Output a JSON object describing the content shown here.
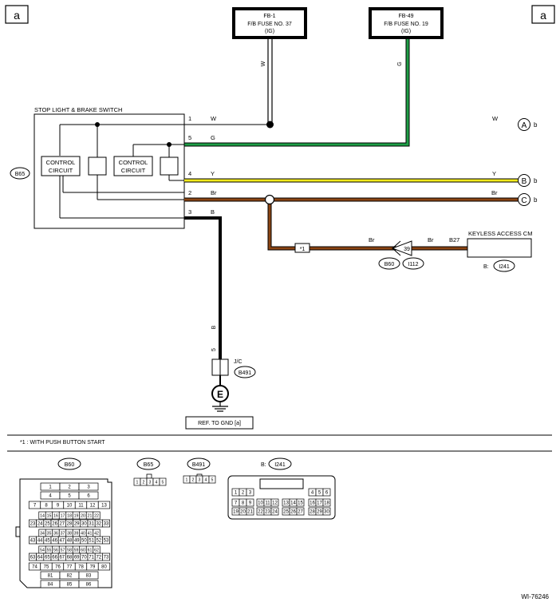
{
  "corner_label": "a",
  "fuses": {
    "fb1": {
      "line1": "FB-1",
      "line2": "F/B FUSE NO. 37",
      "line3": "(IG)"
    },
    "fb49": {
      "line1": "FB-49",
      "line2": "F/B FUSE NO. 19",
      "line3": "(IG)"
    }
  },
  "switch": {
    "title": "STOP LIGHT & BRAKE SWITCH",
    "connector": "B65",
    "control1": [
      "CONTROL",
      "CIRCUIT"
    ],
    "control2": [
      "CONTROL",
      "CIRCUIT"
    ]
  },
  "wires": [
    {
      "pin": "1",
      "color_code": "W",
      "end_color_code": "W",
      "ref": "A",
      "suffix": "b",
      "stroke": "#000000"
    },
    {
      "pin": "5",
      "color_code": "G",
      "stroke": "#1e9e46"
    },
    {
      "pin": "4",
      "color_code": "Y",
      "end_color_code": "Y",
      "ref": "B",
      "suffix": "b",
      "stroke": "#f2ea1c"
    },
    {
      "pin": "2",
      "color_code": "Br",
      "end_color_code": "Br",
      "ref": "C",
      "suffix": "b",
      "stroke": "#8b4513"
    },
    {
      "pin": "3",
      "color_code": "B",
      "stroke": "#000000"
    }
  ],
  "fuse_wire_labels": {
    "fb1": "W",
    "fb49": "G"
  },
  "branch": {
    "note_marker": "*1",
    "wire_code_left": "Br",
    "connector_pin": "39",
    "wire_code_right": "Br",
    "pin_code": "B27",
    "connectors": [
      "B60",
      "I112"
    ]
  },
  "keyless": {
    "title": "KEYLESS ACCESS CM",
    "connector_label": "B:",
    "connector": "I241"
  },
  "ground_path": {
    "wire_code": "B",
    "pin": "5",
    "jc_label": "J/C",
    "jc_connector": "B491",
    "ground_ref": "E",
    "ref_box": "REF. TO GND  [a]"
  },
  "footnote": "*1  : WITH PUSH BUTTON START",
  "connector_views": {
    "b60": {
      "label": "B60",
      "rows": [
        [
          "1",
          "2",
          "3"
        ],
        [
          "4",
          "5",
          "6"
        ],
        [
          "7",
          "8",
          "9",
          "10",
          "11",
          "12",
          "13"
        ],
        [
          "14",
          "15",
          "16",
          "17",
          "18",
          "19",
          "20",
          "21",
          "22"
        ],
        [
          "23",
          "24",
          "25",
          "26",
          "27",
          "28",
          "29",
          "30",
          "31",
          "32",
          "33"
        ],
        [
          "34",
          "35",
          "36",
          "37",
          "38",
          "39",
          "40",
          "41",
          "42"
        ],
        [
          "43",
          "44",
          "45",
          "46",
          "47",
          "48",
          "49",
          "50",
          "51",
          "52",
          "53"
        ],
        [
          "54",
          "55",
          "56",
          "57",
          "58",
          "59",
          "60",
          "61",
          "62"
        ],
        [
          "63",
          "64",
          "65",
          "66",
          "67",
          "68",
          "69",
          "70",
          "71",
          "72",
          "73"
        ],
        [
          "74",
          "75",
          "76",
          "77",
          "78",
          "79",
          "80"
        ],
        [
          "81",
          "82",
          "83"
        ],
        [
          "84",
          "85",
          "86"
        ]
      ]
    },
    "b65": {
      "label": "B65",
      "pins": [
        "1",
        "2",
        "3",
        "4",
        "5"
      ]
    },
    "b491": {
      "label": "B491",
      "pins": [
        "1",
        "2",
        "3",
        "4",
        "5"
      ]
    },
    "i241": {
      "label_prefix": "B:",
      "label": "I241",
      "row1_left": [
        "1",
        "2",
        "3"
      ],
      "row1_right": [
        "4",
        "5",
        "6"
      ],
      "row2": [
        [
          "7",
          "8",
          "9"
        ],
        [
          "10",
          "11",
          "12"
        ],
        [
          "13",
          "14",
          "15"
        ],
        [
          "16",
          "17",
          "18"
        ]
      ],
      "row3": [
        [
          "19",
          "20",
          "21"
        ],
        [
          "22",
          "23",
          "24"
        ],
        [
          "25",
          "26",
          "27"
        ],
        [
          "28",
          "29",
          "30"
        ]
      ]
    }
  },
  "figure_id": "WI-76246"
}
